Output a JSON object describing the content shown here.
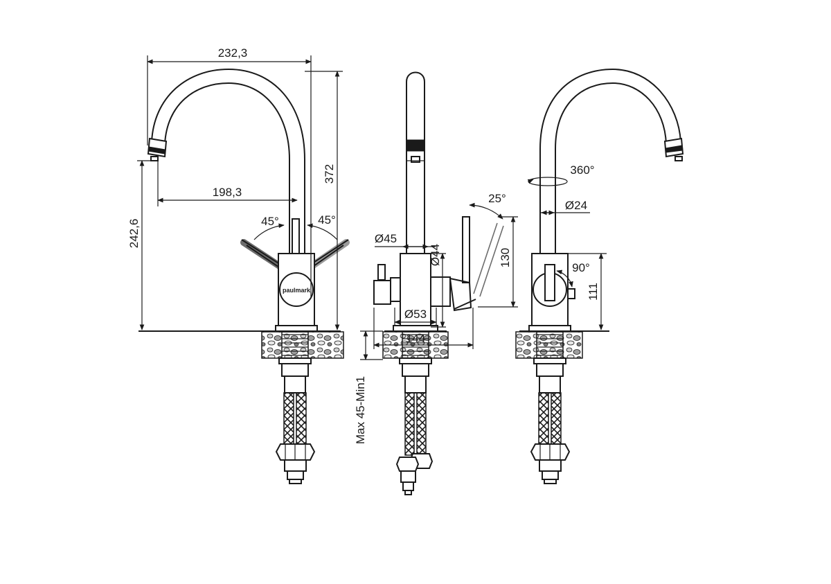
{
  "dimensions": {
    "overall_reach": "232,3",
    "spout_reach": "198,3",
    "overall_height": "372",
    "spout_height": "242,6",
    "lever_angle_left": "45°",
    "lever_angle_right": "45°",
    "body_diameter": "Ø45",
    "lever_diameter": "Ø44",
    "base_diameter": "Ø53",
    "lever_tilt": "25°",
    "lever_height": "130",
    "base_width": "144",
    "mount_thickness": "Max 45-Min1",
    "spout_rotation": "360°",
    "spout_diameter": "Ø24",
    "lever_rotation": "90°",
    "body_height": "111"
  },
  "brand": {
    "logo_text": "paulmark"
  },
  "colors": {
    "line": "#1a1a1a",
    "background": "#ffffff"
  }
}
